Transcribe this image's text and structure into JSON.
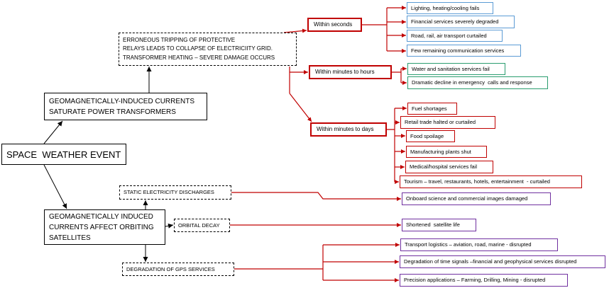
{
  "diagram": {
    "root": "SPACE  WEATHER EVENT",
    "power": {
      "cause_lines": [
        "GEOMAGNETICALLY-INDUCED CURRENTS",
        "SATURATE POWER TRANSFORMERS"
      ],
      "effect_lines": [
        "ERRONEOUS TRIPPING OF PROTECTIVE",
        "RELAYS LEADS TO COLLAPSE OF ELECTRICIITY GRID.",
        "TRANSFORMER HEATING – SEVERE DAMAGE OCCURS"
      ],
      "timeframes": [
        {
          "label": "Within seconds",
          "impacts": [
            "Lighting, heating/cooling fails",
            "Financial services severely degraded",
            "Road, rail, air transport curtailed",
            "Few remaining communication services"
          ]
        },
        {
          "label": "Within minutes to hours",
          "impacts": [
            "Water and sanitation services fail",
            "Dramatic decline in emergency  calls and response"
          ]
        },
        {
          "label": "Within minutes to days",
          "impacts": [
            "Fuel shortages",
            "Retail trade halted or curtailed",
            "Food spoilage",
            "Manufacturing plants shut",
            "Medical/hospital services fail",
            "Tourism – travel, restaurants, hotels, entertainment  - curtailed"
          ]
        }
      ]
    },
    "satellites": {
      "cause_lines": [
        "GEOMAGNETICALLY INDUCED",
        "CURRENTS AFFECT ORBITING",
        "SATELLITES"
      ],
      "effects": [
        {
          "label": "STATIC ELECTRICITY DISCHARGES",
          "impacts": [
            "Onboard science and commercial images damaged"
          ]
        },
        {
          "label": "ORBITAL DECAY",
          "impacts": [
            "Shortened  satellite life"
          ]
        },
        {
          "label": "DEGRADATION OF GPS SERVICES",
          "impacts": [
            "Transport logistics – aviation, road, marine - disrupted",
            "Degradation of time signals –financial and geophysical services disrupted",
            "Precision applications – Farming, Drilling, Mining - disrupted"
          ]
        }
      ]
    }
  },
  "colors": {
    "link": "#c00000",
    "timeframe_border": "#c00000",
    "seconds_impact": "#5b9bd5",
    "hours_impact": "#2a9d6f",
    "days_impact": "#c00000",
    "satellite_impact": "#7030a0"
  }
}
